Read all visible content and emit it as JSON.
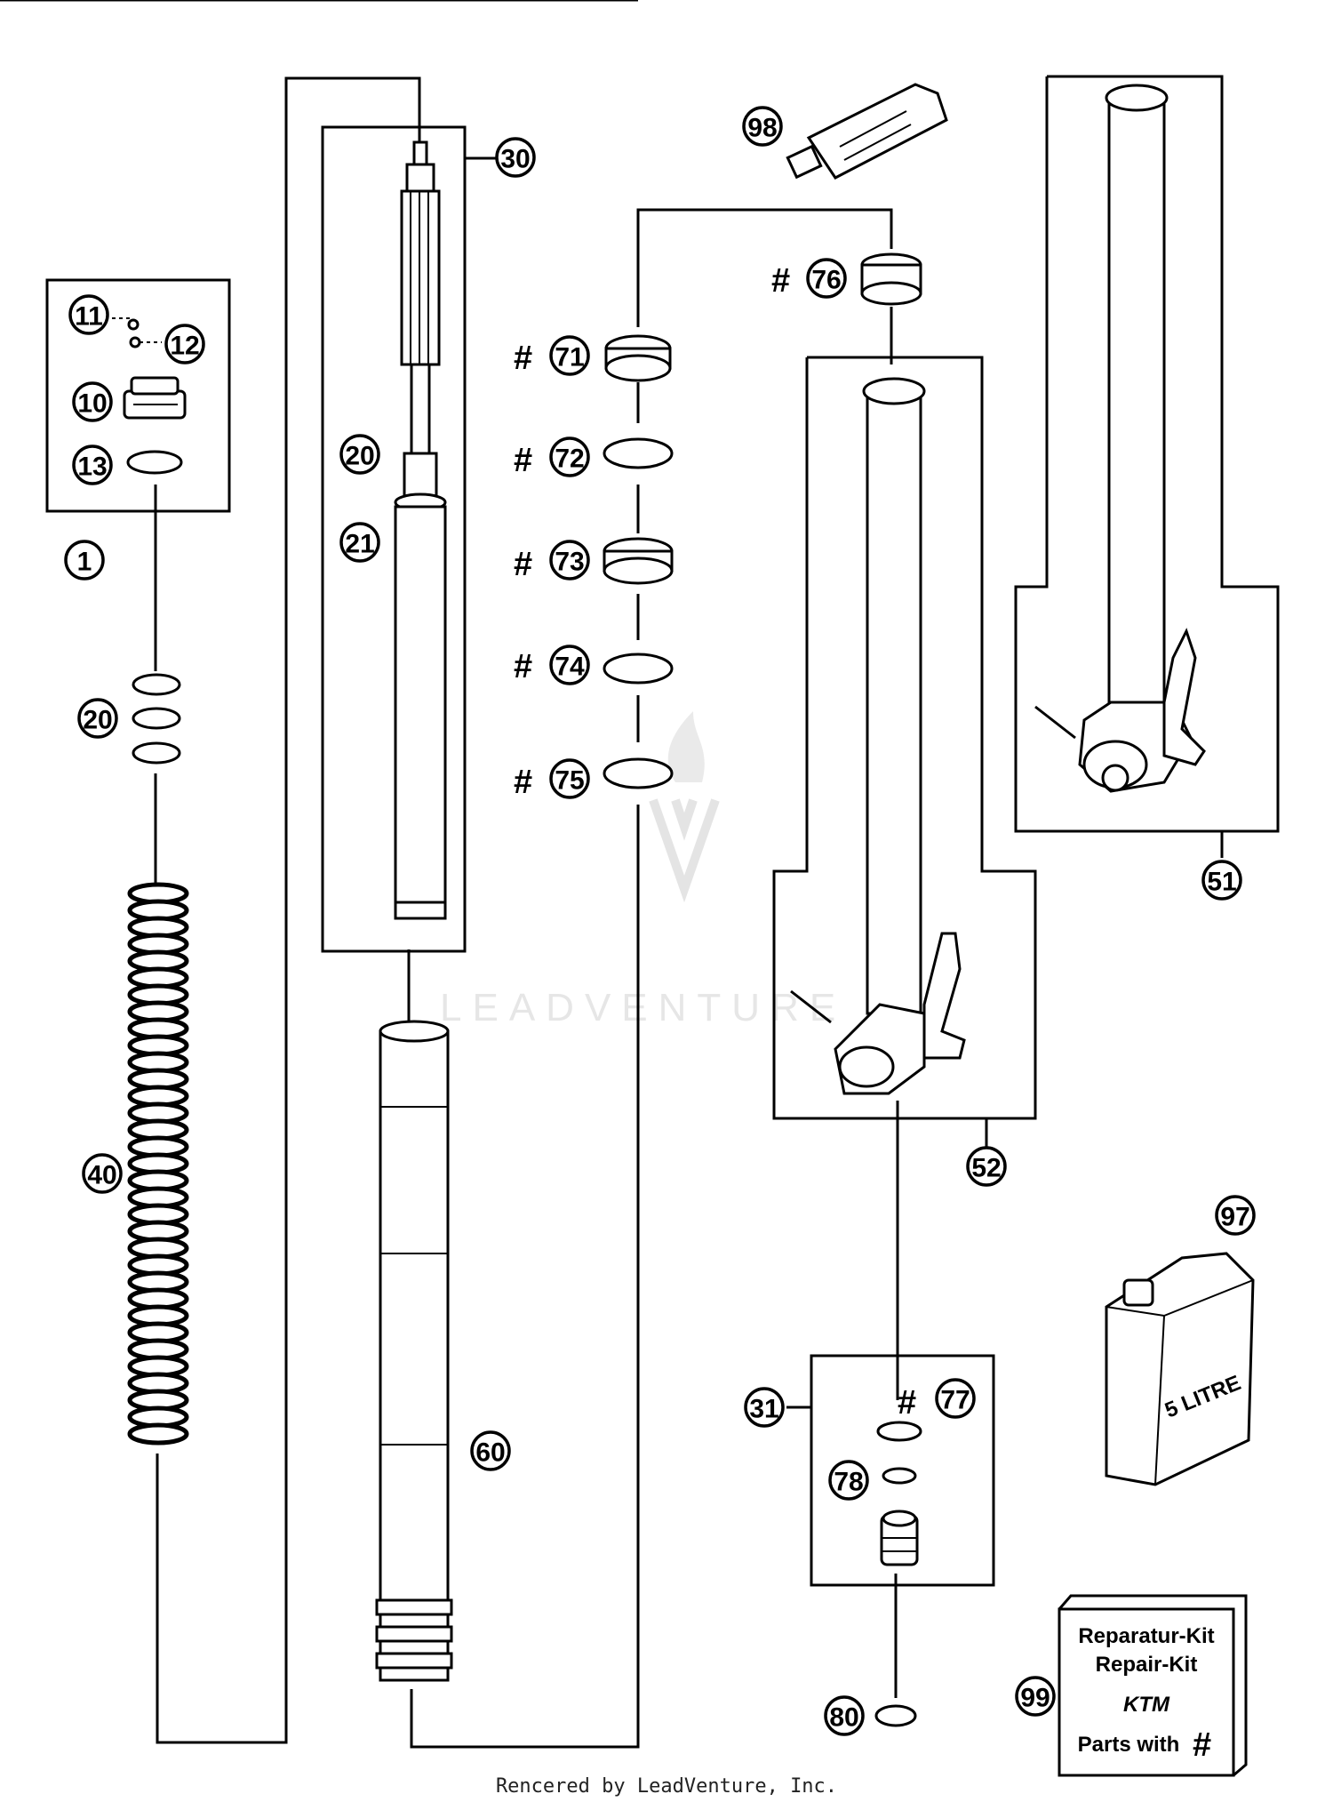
{
  "watermark": "LEADVENTURE",
  "footer": "Rencered by LeadVenture, Inc.",
  "hash_symbol": "#",
  "callouts": {
    "p1": "1",
    "p10": "10",
    "p11": "11",
    "p12": "12",
    "p13": "13",
    "p20a": "20",
    "p20b": "20",
    "p21": "21",
    "p30": "30",
    "p31": "31",
    "p40": "40",
    "p51": "51",
    "p52": "52",
    "p60": "60",
    "p71": "71",
    "p72": "72",
    "p73": "73",
    "p74": "74",
    "p75": "75",
    "p76": "76",
    "p77": "77",
    "p78": "78",
    "p80": "80",
    "p97": "97",
    "p98": "98",
    "p99": "99"
  },
  "oil_can_label": "5 LITRE",
  "repair_kit": {
    "line1": "Reparatur-Kit",
    "line2": "Repair-Kit",
    "brand": "KTM",
    "line3": "Parts with"
  }
}
